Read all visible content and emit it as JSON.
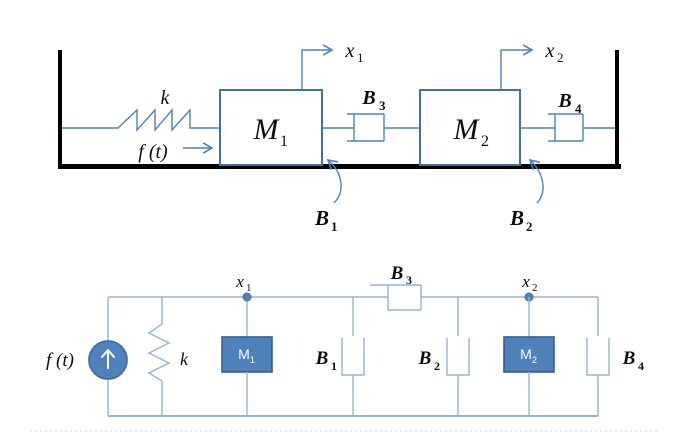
{
  "figure": {
    "description_colors": {
      "mechanical_wire_blue": "#4f81bd",
      "network_wire_light_blue": "#95b3d7",
      "mass_fill_blue": "#4f81bd",
      "box_border_blue": "#41719c",
      "wall_black": "#000000",
      "label_black": "#0d0d0d",
      "mass_label_white": "#ffffff"
    },
    "top_diagram": {
      "spring_label": "k",
      "force_label": "f (t)",
      "mass1": {
        "main": "M",
        "sub": "1"
      },
      "mass2": {
        "main": "M",
        "sub": "2"
      },
      "damper_b1": {
        "main": "B",
        "sub": "1"
      },
      "damper_b2": {
        "main": "B",
        "sub": "2"
      },
      "damper_b3": {
        "main": "B",
        "sub": "3"
      },
      "damper_b4": {
        "main": "B",
        "sub": "4"
      },
      "displacement_x1": {
        "main": "x",
        "sub": "1"
      },
      "displacement_x2": {
        "main": "x",
        "sub": "2"
      }
    },
    "bottom_diagram": {
      "source_label": "f (t)",
      "spring_label": "k",
      "mass1_box": {
        "main": "M",
        "sub": "1"
      },
      "mass2_box": {
        "main": "M",
        "sub": "2"
      },
      "node_x1": {
        "main": "x",
        "sub": "1"
      },
      "node_x2": {
        "main": "x",
        "sub": "2"
      },
      "damper_b1": {
        "main": "B",
        "sub": "1"
      },
      "damper_b2": {
        "main": "B",
        "sub": "2"
      },
      "damper_b3": {
        "main": "B",
        "sub": "3"
      },
      "damper_b4": {
        "main": "B",
        "sub": "4"
      }
    }
  }
}
